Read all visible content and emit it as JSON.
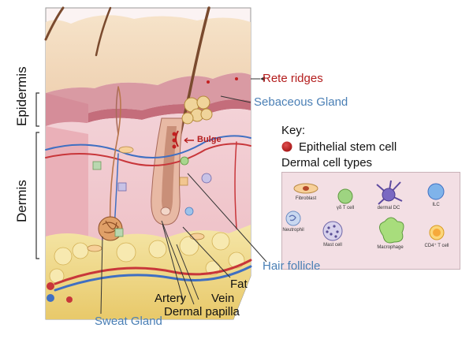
{
  "labels": {
    "epidermis": "Epidermis",
    "dermis": "Dermis",
    "rete_ridges": "Rete ridges",
    "sebaceous_gland": "Sebaceous Gland",
    "bulge": "Bulge",
    "hair_follicle": "Hair follicle",
    "fat": "Fat",
    "artery": "Artery",
    "vein": "Vein",
    "dermal_papilla": "Dermal papilla",
    "sweat_gland": "Sweat Gland"
  },
  "key": {
    "title": "Key:",
    "stem_cell": "Epithelial stem cell",
    "dermal_types": "Dermal cell types",
    "cells": {
      "fibroblast": "Fibroblast",
      "gd_t_cell": "γδ T cell",
      "dermal_dc": "dermal DC",
      "ilc": "ILC",
      "neutrophil": "Neutrophil",
      "mast_cell": "Mast cell",
      "macrophage": "Macrophage",
      "cd4_t_cell": "CD4⁺ T cell"
    }
  },
  "colors": {
    "stem_cell": "#c41f1f",
    "red_label": "#b41d1d",
    "blue_label": "#4a7fb5"
  }
}
